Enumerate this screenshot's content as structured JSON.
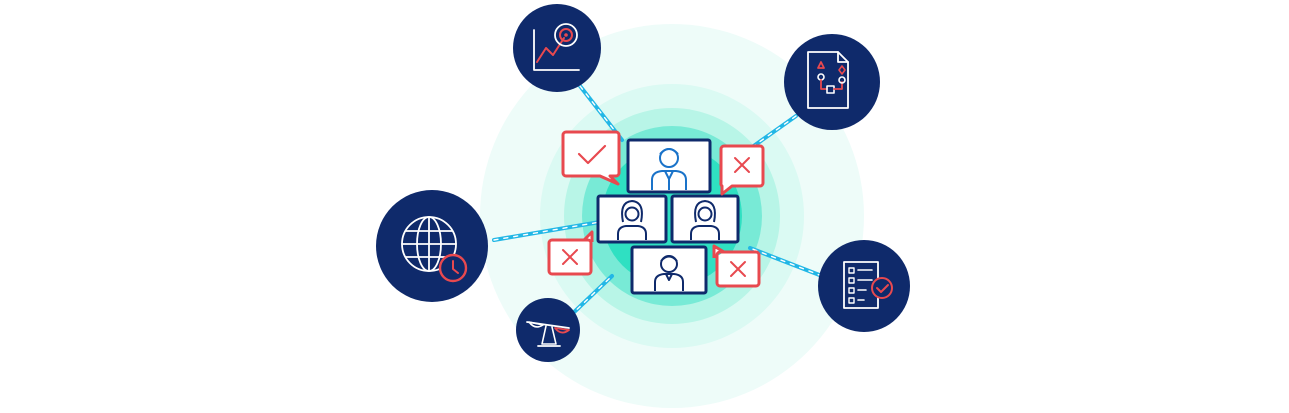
{
  "colors": {
    "navy": "#0f2a6b",
    "red": "#e8494f",
    "cyan": "#22b7e6",
    "teal": "#2fe0c2",
    "ring_outer": "#eefcf9",
    "ring_mid1": "#dbfaf3",
    "ring_mid2": "#b8f5e7",
    "ring_inner": "#78ead6",
    "white": "#ffffff"
  },
  "nodes": [
    {
      "id": "goal",
      "icon": "target-growth-chart-icon"
    },
    {
      "id": "workflow",
      "icon": "flowchart-document-icon"
    },
    {
      "id": "global",
      "icon": "globe-clock-icon"
    },
    {
      "id": "checklist",
      "icon": "checklist-icon"
    },
    {
      "id": "balance",
      "icon": "balance-scale-icon"
    }
  ],
  "participants": [
    {
      "id": "man-top",
      "icon": "man-avatar-icon"
    },
    {
      "id": "woman-left",
      "icon": "woman-avatar-icon"
    },
    {
      "id": "woman-right",
      "icon": "woman-avatar-icon"
    },
    {
      "id": "man-bottom",
      "icon": "man-avatar-icon"
    }
  ],
  "responses": [
    {
      "id": "approve",
      "icon": "checkmark-icon"
    },
    {
      "id": "reject-1",
      "icon": "cross-icon"
    },
    {
      "id": "reject-2",
      "icon": "cross-icon"
    },
    {
      "id": "reject-3",
      "icon": "cross-icon"
    }
  ]
}
